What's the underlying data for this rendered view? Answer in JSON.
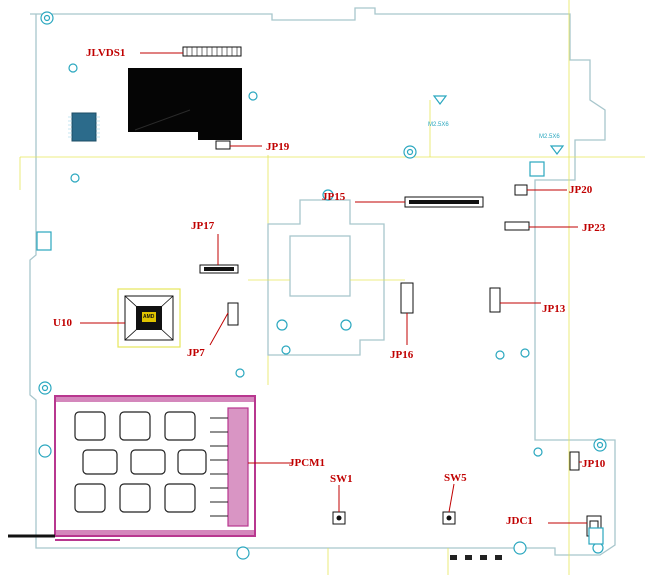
{
  "labels": {
    "jlvds1": "JLVDS1",
    "jp19": "JP19",
    "jp15": "JP15",
    "jp20": "JP20",
    "jp17": "JP17",
    "jp23": "JP23",
    "jp13": "JP13",
    "u10": "U10",
    "jp7": "JP7",
    "jp16": "JP16",
    "jpcm1": "JPCM1",
    "sw1": "SW1",
    "sw5": "SW5",
    "jp10": "JP10",
    "jdc1": "JDC1"
  },
  "markings": {
    "m2_a": "M2.5X6",
    "m2_b": "M2.5X6",
    "amd": "AMD"
  },
  "colors": {
    "outline": "#a8c6cc",
    "label": "#c00000",
    "trace": "#e6e65a",
    "connector": "#b8378f",
    "mount": "#2aa7bf"
  }
}
